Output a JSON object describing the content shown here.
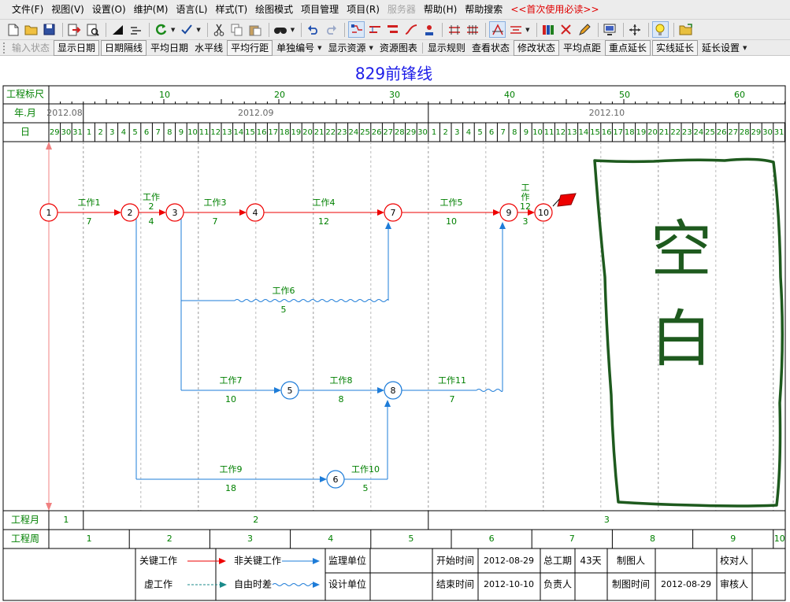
{
  "menu": [
    "文件(F)",
    "视图(V)",
    "设置(O)",
    "维护(M)",
    "语言(L)",
    "样式(T)",
    "绘图模式",
    "项目管理",
    "项目(R)",
    "服务器",
    "帮助(H)",
    "帮助搜索",
    "<<首次使用必读>>"
  ],
  "toolbar2": [
    "输入状态",
    "显示日期",
    "日期隔线",
    "平均日期",
    "水平线",
    "平均行距",
    "单独编号",
    "显示资源",
    "资源图表",
    "显示规则",
    "查看状态",
    "修改状态",
    "平均点距",
    "重点延长",
    "实线延长",
    "延长设置"
  ],
  "chart_title": "829前锋线",
  "row_labels": {
    "scale": "工程标尺",
    "year_month": "年.月",
    "day": "日",
    "month": "工程月",
    "week": "工程周"
  },
  "scale_ticks": [
    "10",
    "20",
    "30",
    "40",
    "50",
    "60"
  ],
  "months": [
    "2012.08",
    "2012.09",
    "2012.10"
  ],
  "days_aug": [
    "29",
    "30",
    "31"
  ],
  "days_sep": [
    "1",
    "2",
    "3",
    "4",
    "5",
    "6",
    "7",
    "8",
    "9",
    "10",
    "11",
    "12",
    "13",
    "14",
    "15",
    "16",
    "17",
    "18",
    "19",
    "20",
    "21",
    "22",
    "23",
    "24",
    "25",
    "26",
    "27",
    "28",
    "29",
    "30"
  ],
  "days_oct": [
    "1",
    "2",
    "3",
    "4",
    "5",
    "6",
    "7",
    "8",
    "9",
    "10",
    "11",
    "12",
    "13",
    "14",
    "15",
    "16",
    "17",
    "18",
    "19",
    "20",
    "21",
    "22",
    "23",
    "24",
    "25",
    "26",
    "27",
    "28",
    "29",
    "30",
    "31"
  ],
  "project_months": [
    "1",
    "2",
    "3"
  ],
  "project_weeks": [
    "1",
    "2",
    "3",
    "4",
    "5",
    "6",
    "7",
    "8",
    "9",
    "10"
  ],
  "nodes": [
    {
      "id": "1",
      "type": "critical"
    },
    {
      "id": "2",
      "type": "critical"
    },
    {
      "id": "3",
      "type": "critical"
    },
    {
      "id": "4",
      "type": "critical"
    },
    {
      "id": "7",
      "type": "critical"
    },
    {
      "id": "9",
      "type": "critical"
    },
    {
      "id": "10",
      "type": "critical"
    },
    {
      "id": "5",
      "type": "normal"
    },
    {
      "id": "8",
      "type": "normal"
    },
    {
      "id": "6",
      "type": "normal"
    }
  ],
  "tasks": [
    {
      "name": "工作1",
      "duration": "7"
    },
    {
      "name": "工作2",
      "duration": "4"
    },
    {
      "name": "工作3",
      "duration": "7"
    },
    {
      "name": "工作4",
      "duration": "12"
    },
    {
      "name": "工作5",
      "duration": "10"
    },
    {
      "name": "工作12",
      "duration": "3"
    },
    {
      "name": "工作6",
      "duration": "5"
    },
    {
      "name": "工作7",
      "duration": "10"
    },
    {
      "name": "工作8",
      "duration": "8"
    },
    {
      "name": "工作11",
      "duration": "7"
    },
    {
      "name": "工作9",
      "duration": "18"
    },
    {
      "name": "工作10",
      "duration": "5"
    }
  ],
  "annotation_text": "空白",
  "legend": {
    "critical": "关键工作",
    "noncritical": "非关键工作",
    "virtual": "虚工作",
    "float": "自由时差",
    "supervisor": "监理单位",
    "designer": "设计单位",
    "start_label": "开始时间",
    "start_value": "2012-08-29",
    "end_label": "结束时间",
    "end_value": "2012-10-10",
    "total_label": "总工期",
    "total_value": "43天",
    "responsible_label": "负责人",
    "drawer_label": "制图人",
    "draw_time_label": "制图时间",
    "draw_time_value": "2012-08-29",
    "proofreader_label": "校对人",
    "reviewer_label": "审核人"
  },
  "colors": {
    "critical": "#ee0000",
    "normal": "#1e7cd8",
    "label_green": "#008000",
    "title_blue": "#1c1ce8",
    "annotation": "#1e5a1e"
  }
}
